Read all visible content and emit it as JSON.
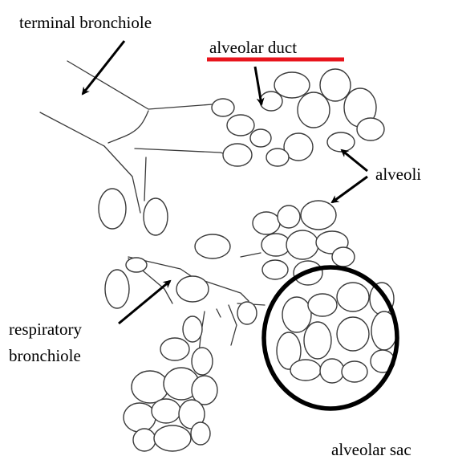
{
  "labels": {
    "terminal_bronchiole": "terminal bronchiole",
    "alveolar_duct": "alveolar duct",
    "alveoli": "alveoli",
    "respiratory_bronchiole_line1": "respiratory",
    "respiratory_bronchiole_line2": "bronchiole",
    "alveolar_sac": "alveolar sac"
  },
  "colors": {
    "highlight_underline": "#e8141c",
    "sac_circle": "#000000",
    "outline": "#3a3a3a",
    "arrow": "#000000"
  }
}
